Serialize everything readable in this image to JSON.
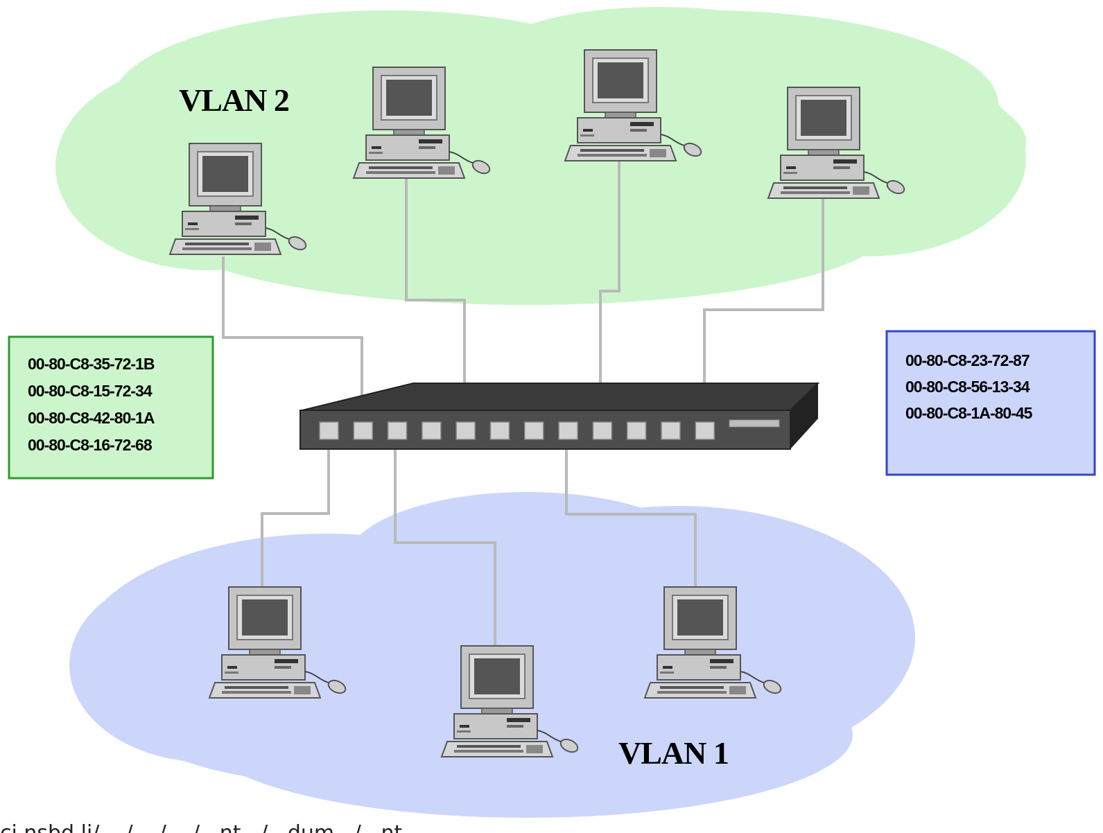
{
  "vlan2": {
    "label": "VLAN 2",
    "fill": "#ccf5cc",
    "mac_addresses": [
      "00-80-C8-35-72-1B",
      "00-80-C8-15-72-34",
      "00-80-C8-42-80-1A",
      "00-80-C8-16-72-68"
    ],
    "box_color": "#2e9a2e",
    "box_fill": "#ccf5cc"
  },
  "vlan1": {
    "label": "VLAN 1",
    "fill": "#ccd6fb",
    "mac_addresses": [
      "00-80-C8-23-72-87",
      "00-80-C8-56-13-34",
      "00-80-C8-1A-80-45"
    ],
    "box_color": "#3344cc",
    "box_fill": "#ccd6fb"
  },
  "switch": {
    "port_count": 12,
    "icon": "network-switch-icon"
  },
  "caption": "ci.nsbd.li/... /... /... /...nt.../...dum.../...nt...",
  "icons": {
    "computer": "desktop-computer-icon"
  },
  "cable_color": "#b9b9b9"
}
